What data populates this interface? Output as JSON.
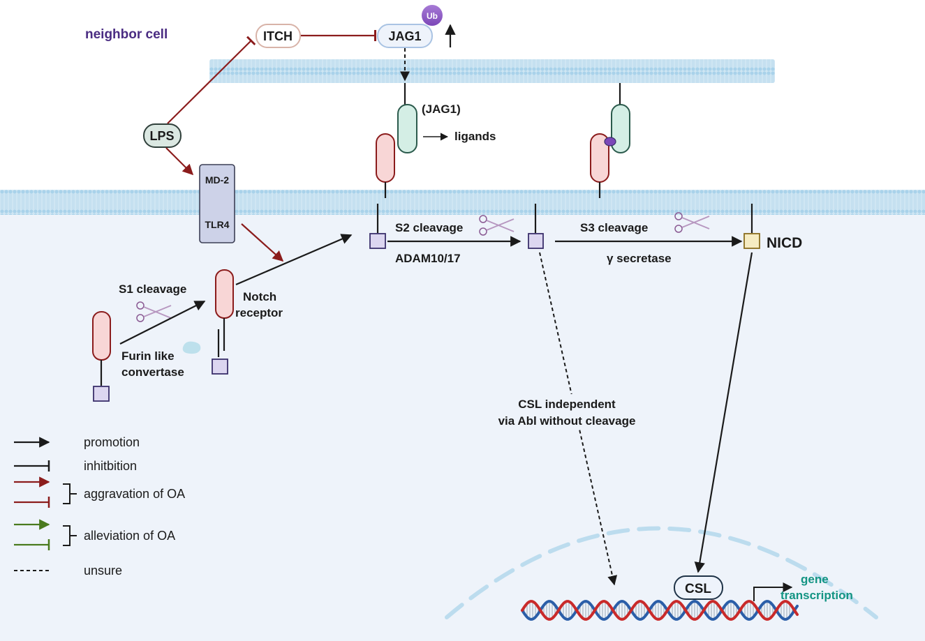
{
  "labels": {
    "neighbor_cell": "neighbor cell",
    "itch": "ITCH",
    "jag1": "JAG1",
    "ub": "Ub",
    "lps": "LPS",
    "md2": "MD-2",
    "tlr4": "TLR4",
    "jag1_paren": "(JAG1)",
    "ligands": "ligands",
    "s2_cleavage": "S2 cleavage",
    "adam": "ADAM10/17",
    "s3_cleavage": "S3 cleavage",
    "gamma_secretase": "γ secretase",
    "nicd": "NICD",
    "s1_cleavage": "S1 cleavage",
    "notch_line1": "Notch",
    "notch_line2": "receptor",
    "furin_line1": "Furin like",
    "furin_line2": "convertase",
    "csl_ind_line1": "CSL independent",
    "csl_ind_line2": "via Abl without cleavage",
    "csl": "CSL",
    "gene_line1": "gene",
    "gene_line2": "transcription"
  },
  "legend": {
    "promotion": "promotion",
    "inhibition": "inhitbition",
    "aggravation": "aggravation of OA",
    "alleviation": "alleviation of OA",
    "unsure": "unsure"
  },
  "colors": {
    "promotion": "#1a1a1a",
    "aggravation": "#8b1c1c",
    "alleviation": "#4a7a1e",
    "membrane": "#bcdcee",
    "cytoplasm": "#eef3fa",
    "neighbor_label": "#4a2c82",
    "gene_label": "#139483",
    "ub_fill": "#9360c9"
  }
}
